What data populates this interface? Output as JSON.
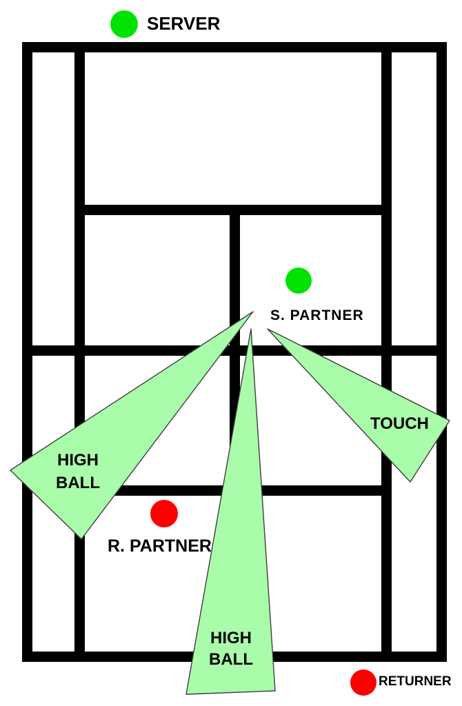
{
  "colors": {
    "background": "#FFFFFF",
    "court_line": "#000000",
    "server_team": "#00E300",
    "returner_team": "#FC0000",
    "zone_fill": "#A9FCA9",
    "zone_stroke": "#3D3D3D",
    "label_text": "#000000"
  },
  "players": {
    "server": {
      "label": "SERVER"
    },
    "s_partner": {
      "label": "S. PARTNER"
    },
    "r_partner": {
      "label": "R. PARTNER"
    },
    "returner": {
      "label": "RETURNER"
    }
  },
  "zones": {
    "high_ball_left": {
      "line1": "HIGH",
      "line2": "BALL"
    },
    "touch": {
      "label": "TOUCH"
    },
    "high_ball_center": {
      "line1": "HIGH",
      "line2": "BALL"
    }
  }
}
